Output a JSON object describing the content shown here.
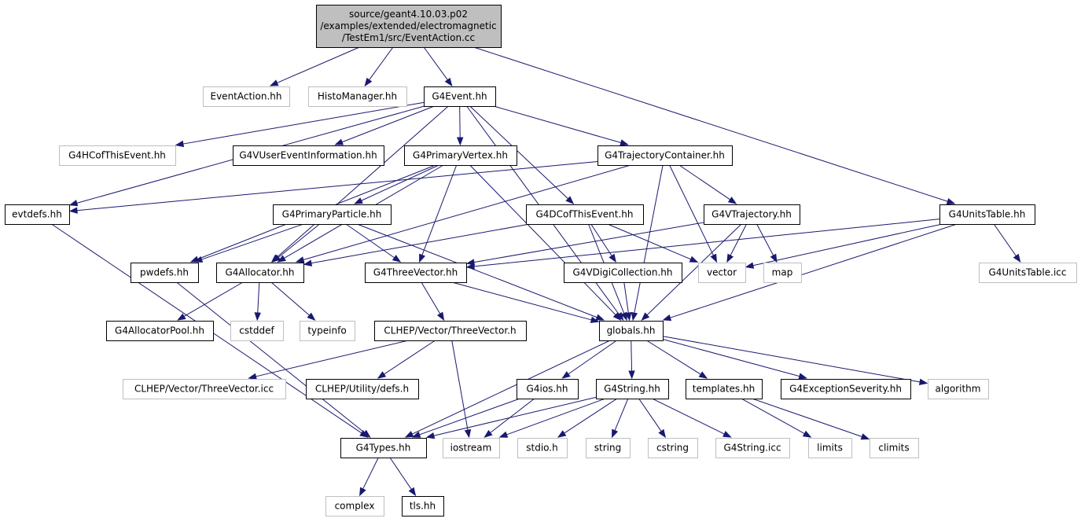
{
  "colors": {
    "edge": "#191970",
    "node_border": "#000000",
    "external_border": "#bfbfbf",
    "root_fill": "#bfbfbf",
    "node_fill": "#ffffff"
  },
  "nodes": [
    {
      "id": "root",
      "lines": [
        "source/geant4.10.03.p02",
        "/examples/extended/electromagnetic",
        "/TestEm1/src/EventAction.cc"
      ],
      "kind": "root"
    },
    {
      "id": "eventaction_hh",
      "lines": [
        "EventAction.hh"
      ],
      "kind": "external"
    },
    {
      "id": "histomanager_hh",
      "lines": [
        "HistoManager.hh"
      ],
      "kind": "external"
    },
    {
      "id": "g4event_hh",
      "lines": [
        "G4Event.hh"
      ],
      "kind": "normal"
    },
    {
      "id": "g4hcofthisevent_hh",
      "lines": [
        "G4HCofThisEvent.hh"
      ],
      "kind": "external"
    },
    {
      "id": "g4vusereventinformation_hh",
      "lines": [
        "G4VUserEventInformation.hh"
      ],
      "kind": "normal"
    },
    {
      "id": "g4primaryvertex_hh",
      "lines": [
        "G4PrimaryVertex.hh"
      ],
      "kind": "normal"
    },
    {
      "id": "g4trajectorycontainer_hh",
      "lines": [
        "G4TrajectoryContainer.hh"
      ],
      "kind": "normal"
    },
    {
      "id": "evtdefs_hh",
      "lines": [
        "evtdefs.hh"
      ],
      "kind": "normal"
    },
    {
      "id": "g4primaryparticle_hh",
      "lines": [
        "G4PrimaryParticle.hh"
      ],
      "kind": "normal"
    },
    {
      "id": "g4dcofthisevent_hh",
      "lines": [
        "G4DCofThisEvent.hh"
      ],
      "kind": "normal"
    },
    {
      "id": "g4vtrajectory_hh",
      "lines": [
        "G4VTrajectory.hh"
      ],
      "kind": "normal"
    },
    {
      "id": "g4unitstable_hh",
      "lines": [
        "G4UnitsTable.hh"
      ],
      "kind": "normal"
    },
    {
      "id": "pwdefs_hh",
      "lines": [
        "pwdefs.hh"
      ],
      "kind": "normal"
    },
    {
      "id": "g4allocator_hh",
      "lines": [
        "G4Allocator.hh"
      ],
      "kind": "normal"
    },
    {
      "id": "g4threevector_hh",
      "lines": [
        "G4ThreeVector.hh"
      ],
      "kind": "normal"
    },
    {
      "id": "g4vdigicollection_hh",
      "lines": [
        "G4VDigiCollection.hh"
      ],
      "kind": "normal"
    },
    {
      "id": "vector",
      "lines": [
        "vector"
      ],
      "kind": "external"
    },
    {
      "id": "map",
      "lines": [
        "map"
      ],
      "kind": "external"
    },
    {
      "id": "g4unitstable_icc",
      "lines": [
        "G4UnitsTable.icc"
      ],
      "kind": "external"
    },
    {
      "id": "g4allocatorpool_hh",
      "lines": [
        "G4AllocatorPool.hh"
      ],
      "kind": "normal"
    },
    {
      "id": "cstddef",
      "lines": [
        "cstddef"
      ],
      "kind": "external"
    },
    {
      "id": "typeinfo",
      "lines": [
        "typeinfo"
      ],
      "kind": "external"
    },
    {
      "id": "clhep_threevector_h",
      "lines": [
        "CLHEP/Vector/ThreeVector.h"
      ],
      "kind": "normal"
    },
    {
      "id": "globals_hh",
      "lines": [
        "globals.hh"
      ],
      "kind": "normal"
    },
    {
      "id": "clhep_threevector_icc",
      "lines": [
        "CLHEP/Vector/ThreeVector.icc"
      ],
      "kind": "external"
    },
    {
      "id": "clhep_defs_h",
      "lines": [
        "CLHEP/Utility/defs.h"
      ],
      "kind": "normal"
    },
    {
      "id": "g4ios_hh",
      "lines": [
        "G4ios.hh"
      ],
      "kind": "normal"
    },
    {
      "id": "g4string_hh",
      "lines": [
        "G4String.hh"
      ],
      "kind": "normal"
    },
    {
      "id": "templates_hh",
      "lines": [
        "templates.hh"
      ],
      "kind": "normal"
    },
    {
      "id": "g4exceptionseverity_hh",
      "lines": [
        "G4ExceptionSeverity.hh"
      ],
      "kind": "normal"
    },
    {
      "id": "algorithm",
      "lines": [
        "algorithm"
      ],
      "kind": "external"
    },
    {
      "id": "g4types_hh",
      "lines": [
        "G4Types.hh"
      ],
      "kind": "normal"
    },
    {
      "id": "iostream",
      "lines": [
        "iostream"
      ],
      "kind": "external"
    },
    {
      "id": "stdio_h",
      "lines": [
        "stdio.h"
      ],
      "kind": "external"
    },
    {
      "id": "string",
      "lines": [
        "string"
      ],
      "kind": "external"
    },
    {
      "id": "cstring",
      "lines": [
        "cstring"
      ],
      "kind": "external"
    },
    {
      "id": "g4string_icc",
      "lines": [
        "G4String.icc"
      ],
      "kind": "external"
    },
    {
      "id": "limits",
      "lines": [
        "limits"
      ],
      "kind": "external"
    },
    {
      "id": "climits",
      "lines": [
        "climits"
      ],
      "kind": "external"
    },
    {
      "id": "complex",
      "lines": [
        "complex"
      ],
      "kind": "external"
    },
    {
      "id": "tls_hh",
      "lines": [
        "tls.hh"
      ],
      "kind": "normal"
    }
  ],
  "edges": [
    [
      "root",
      "eventaction_hh"
    ],
    [
      "root",
      "histomanager_hh"
    ],
    [
      "root",
      "g4event_hh"
    ],
    [
      "root",
      "g4unitstable_hh"
    ],
    [
      "g4event_hh",
      "evtdefs_hh"
    ],
    [
      "g4event_hh",
      "g4allocator_hh"
    ],
    [
      "g4event_hh",
      "g4hcofthisevent_hh"
    ],
    [
      "g4event_hh",
      "g4vusereventinformation_hh"
    ],
    [
      "g4event_hh",
      "g4primaryvertex_hh"
    ],
    [
      "g4event_hh",
      "g4dcofthisevent_hh"
    ],
    [
      "g4event_hh",
      "g4trajectorycontainer_hh"
    ],
    [
      "g4event_hh",
      "globals_hh"
    ],
    [
      "g4primaryvertex_hh",
      "pwdefs_hh"
    ],
    [
      "g4primaryvertex_hh",
      "g4allocator_hh"
    ],
    [
      "g4primaryvertex_hh",
      "g4primaryparticle_hh"
    ],
    [
      "g4primaryvertex_hh",
      "g4threevector_hh"
    ],
    [
      "g4primaryvertex_hh",
      "globals_hh"
    ],
    [
      "g4trajectorycontainer_hh",
      "evtdefs_hh"
    ],
    [
      "g4trajectorycontainer_hh",
      "g4allocator_hh"
    ],
    [
      "g4trajectorycontainer_hh",
      "g4vtrajectory_hh"
    ],
    [
      "g4trajectorycontainer_hh",
      "vector"
    ],
    [
      "g4trajectorycontainer_hh",
      "globals_hh"
    ],
    [
      "evtdefs_hh",
      "g4types_hh"
    ],
    [
      "g4primaryparticle_hh",
      "pwdefs_hh"
    ],
    [
      "g4primaryparticle_hh",
      "g4allocator_hh"
    ],
    [
      "g4primaryparticle_hh",
      "g4threevector_hh"
    ],
    [
      "g4primaryparticle_hh",
      "globals_hh"
    ],
    [
      "g4dcofthisevent_hh",
      "g4allocator_hh"
    ],
    [
      "g4dcofthisevent_hh",
      "g4vdigicollection_hh"
    ],
    [
      "g4dcofthisevent_hh",
      "vector"
    ],
    [
      "g4dcofthisevent_hh",
      "globals_hh"
    ],
    [
      "g4vtrajectory_hh",
      "g4threevector_hh"
    ],
    [
      "g4vtrajectory_hh",
      "vector"
    ],
    [
      "g4vtrajectory_hh",
      "map"
    ],
    [
      "g4vtrajectory_hh",
      "globals_hh"
    ],
    [
      "g4unitstable_hh",
      "g4threevector_hh"
    ],
    [
      "g4unitstable_hh",
      "vector"
    ],
    [
      "g4unitstable_hh",
      "g4unitstable_icc"
    ],
    [
      "g4unitstable_hh",
      "globals_hh"
    ],
    [
      "pwdefs_hh",
      "g4types_hh"
    ],
    [
      "g4allocator_hh",
      "g4allocatorpool_hh"
    ],
    [
      "g4allocator_hh",
      "cstddef"
    ],
    [
      "g4allocator_hh",
      "typeinfo"
    ],
    [
      "g4threevector_hh",
      "clhep_threevector_h"
    ],
    [
      "g4threevector_hh",
      "globals_hh"
    ],
    [
      "g4vdigicollection_hh",
      "globals_hh"
    ],
    [
      "clhep_threevector_h",
      "clhep_threevector_icc"
    ],
    [
      "clhep_threevector_h",
      "clhep_defs_h"
    ],
    [
      "clhep_threevector_h",
      "iostream"
    ],
    [
      "globals_hh",
      "g4types_hh"
    ],
    [
      "globals_hh",
      "g4ios_hh"
    ],
    [
      "globals_hh",
      "g4string_hh"
    ],
    [
      "globals_hh",
      "templates_hh"
    ],
    [
      "globals_hh",
      "g4exceptionseverity_hh"
    ],
    [
      "globals_hh",
      "algorithm"
    ],
    [
      "g4ios_hh",
      "g4types_hh"
    ],
    [
      "g4ios_hh",
      "iostream"
    ],
    [
      "g4string_hh",
      "g4types_hh"
    ],
    [
      "g4string_hh",
      "iostream"
    ],
    [
      "g4string_hh",
      "stdio_h"
    ],
    [
      "g4string_hh",
      "string"
    ],
    [
      "g4string_hh",
      "cstring"
    ],
    [
      "g4string_hh",
      "g4string_icc"
    ],
    [
      "templates_hh",
      "limits"
    ],
    [
      "templates_hh",
      "climits"
    ],
    [
      "g4types_hh",
      "complex"
    ],
    [
      "g4types_hh",
      "tls_hh"
    ]
  ]
}
